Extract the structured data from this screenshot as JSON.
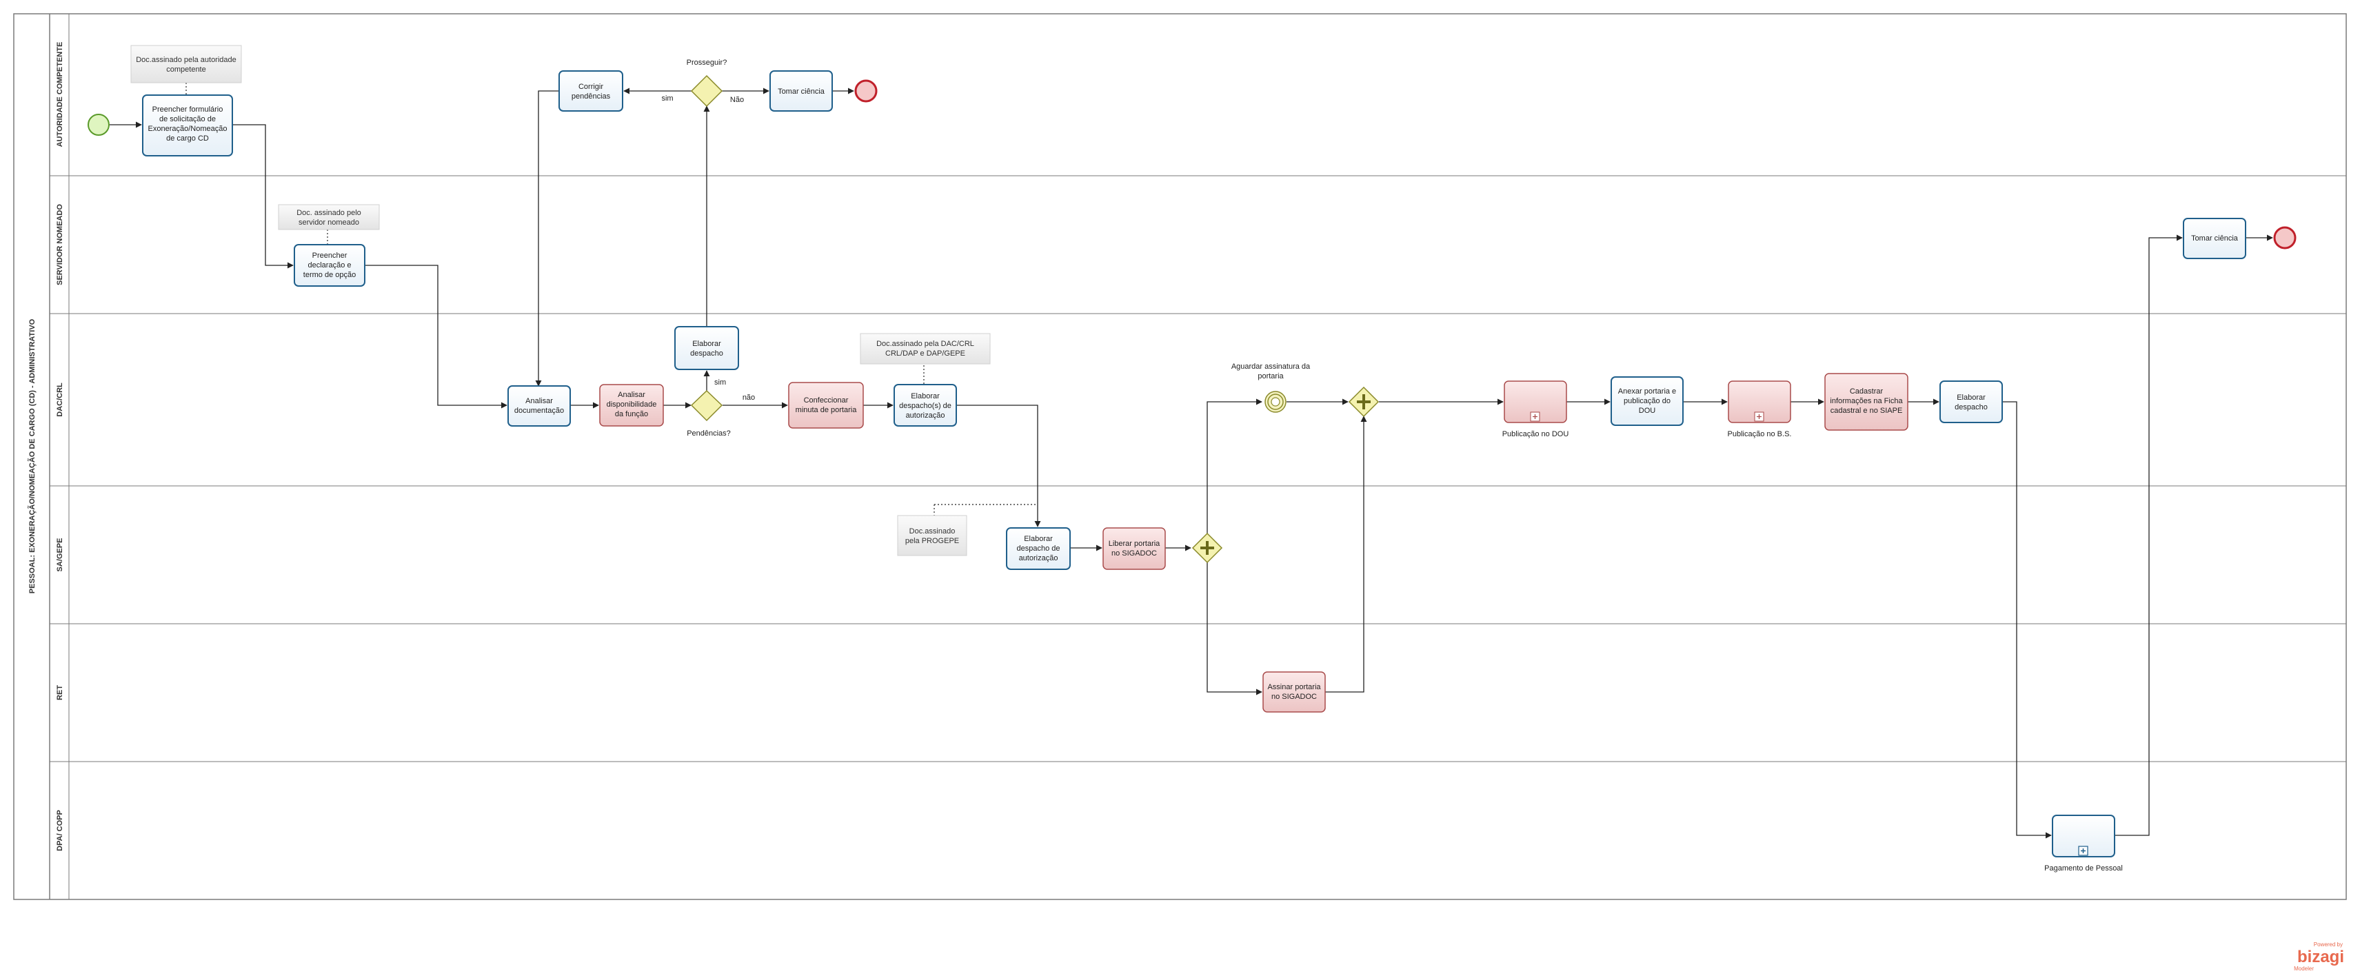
{
  "pool": {
    "title": "PESSOAL: EXONERAÇÃO/NOMEAÇÃO DE CARGO (CD) - ADMINISTRATIVO",
    "lanes": [
      "AUTORIDADE COMPETENTE",
      "SERVIDOR NOMEADO",
      "DAC/CRL",
      "SA/GEPE",
      "RET",
      "DPA/ COPP"
    ]
  },
  "tasks": {
    "preencher_formulario": [
      "Preencher formulário",
      "de solicitação de",
      "Exoneração/Nomeação",
      "de cargo CD"
    ],
    "corrigir_pendencias": [
      "Corrigir",
      "pendências"
    ],
    "tomar_ciencia_1": [
      "Tomar ciência"
    ],
    "preencher_declaracao": [
      "Preencher",
      "declaração e",
      "termo de opção"
    ],
    "tomar_ciencia_2": [
      "Tomar ciência"
    ],
    "analisar_documentacao": [
      "Analisar",
      "documentação"
    ],
    "analisar_disponibilidade": [
      "Analisar",
      "disponibilidade",
      "da função"
    ],
    "elaborar_despacho_1": [
      "Elaborar",
      "despacho"
    ],
    "confeccionar_minuta": [
      "Confeccionar",
      "minuta de portaria"
    ],
    "elaborar_despacho_autorizacao": [
      "Elaborar",
      "despacho(s) de",
      "autorização"
    ],
    "anexar_portaria": [
      "Anexar portaria e",
      "publicação do",
      "DOU"
    ],
    "cadastrar_informacoes": [
      "Cadastrar",
      "informações na Ficha",
      "cadastral e no SIAPE"
    ],
    "elaborar_despacho_2": [
      "Elaborar",
      "despacho"
    ],
    "elaborar_despacho_sa": [
      "Elaborar",
      "despacho de",
      "autorização"
    ],
    "liberar_portaria": [
      "Liberar portaria",
      "no SIGADOC"
    ],
    "assinar_portaria": [
      "Assinar portaria",
      "no SIGADOC"
    ]
  },
  "subprocesses": {
    "publicacao_dou": "Publicação no DOU",
    "publicacao_bs": "Publicação no B.S.",
    "pagamento_pessoal": "Pagamento de Pessoal"
  },
  "gateways": {
    "prosseguir": "Prosseguir?",
    "pendencias": "Pendências?"
  },
  "events": {
    "aguardar_assinatura": [
      "Aguardar assinatura da",
      "portaria"
    ]
  },
  "flow_labels": {
    "sim_prosseguir": "sim",
    "nao_prosseguir": "Não",
    "sim_pendencias": "sim",
    "nao_pendencias": "não"
  },
  "notes": {
    "doc_autoridade": [
      "Doc.assinado pela autoridade",
      "competente"
    ],
    "doc_servidor": [
      "Doc. assinado pelo",
      "servidor nomeado"
    ],
    "doc_dac": [
      "Doc.assinado pela DAC/CRL",
      "CRL/DAP e DAP/GEPE"
    ],
    "doc_progepe": [
      "Doc.assinado",
      "pela PROGEPE"
    ]
  },
  "branding": {
    "powered_by": "Powered by",
    "logo": "bizagi",
    "product": "Modeler"
  },
  "colors": {
    "task_border": "#1f5f8b",
    "task_fill": "#ffffff",
    "task_red_border": "#a94b4b",
    "task_red_fill": "#f3d6d6",
    "gateway_fill": "#f4f2b0",
    "gateway_border": "#8a8a2a",
    "start_fill": "#dff5c0",
    "start_border": "#5a9a2a",
    "end_fill": "#f5c8c8",
    "end_border": "#c0202a",
    "lane_border": "#7a7a7a",
    "brand": "#e8694e"
  }
}
